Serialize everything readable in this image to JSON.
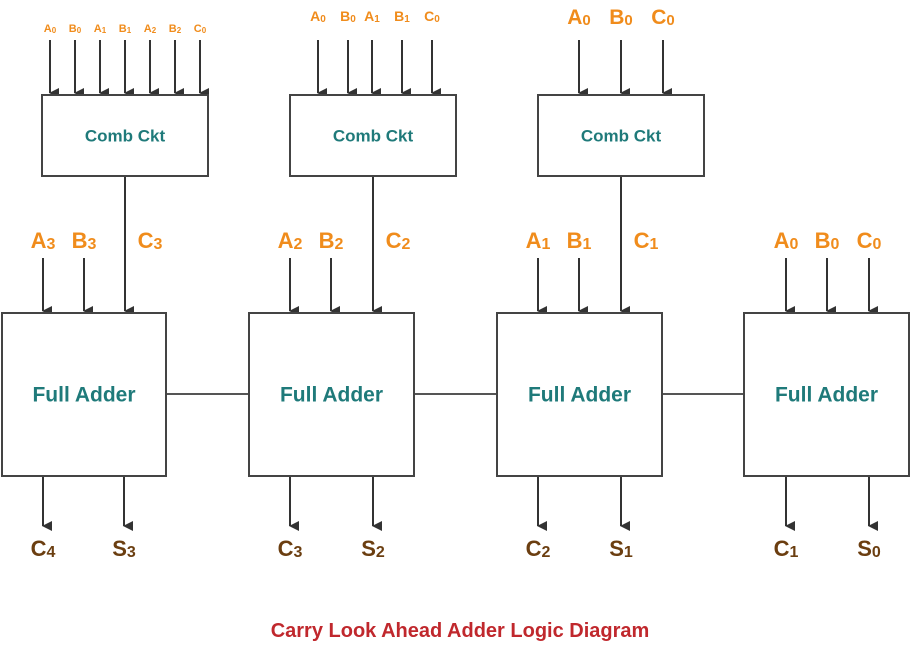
{
  "caption": "Carry Look Ahead Adder Logic Diagram",
  "colors": {
    "box_text": "#1f7a7a",
    "input_label": "#f08c1c",
    "output_label": "#6b3e10",
    "caption": "#c0282d"
  },
  "comb_blocks": [
    {
      "label": "Comb Ckt",
      "inputs": [
        "A0",
        "B0",
        "A1",
        "B1",
        "A2",
        "B2",
        "C0"
      ],
      "output": "C3"
    },
    {
      "label": "Comb Ckt",
      "inputs": [
        "A0",
        "B0",
        "A1",
        "B1",
        "C0"
      ],
      "output": "C2"
    },
    {
      "label": "Comb Ckt",
      "inputs": [
        "A0",
        "B0",
        "C0"
      ],
      "output": "C1"
    }
  ],
  "full_adders": [
    {
      "label": "Full Adder",
      "inputs": [
        "A3",
        "B3",
        "C3"
      ],
      "outputs": [
        "C4",
        "S3"
      ]
    },
    {
      "label": "Full Adder",
      "inputs": [
        "A2",
        "B2",
        "C2"
      ],
      "outputs": [
        "C3",
        "S2"
      ]
    },
    {
      "label": "Full Adder",
      "inputs": [
        "A1",
        "B1",
        "C1"
      ],
      "outputs": [
        "C2",
        "S1"
      ]
    },
    {
      "label": "Full Adder",
      "inputs": [
        "A0",
        "B0",
        "C0"
      ],
      "outputs": [
        "C1",
        "S0"
      ]
    }
  ]
}
